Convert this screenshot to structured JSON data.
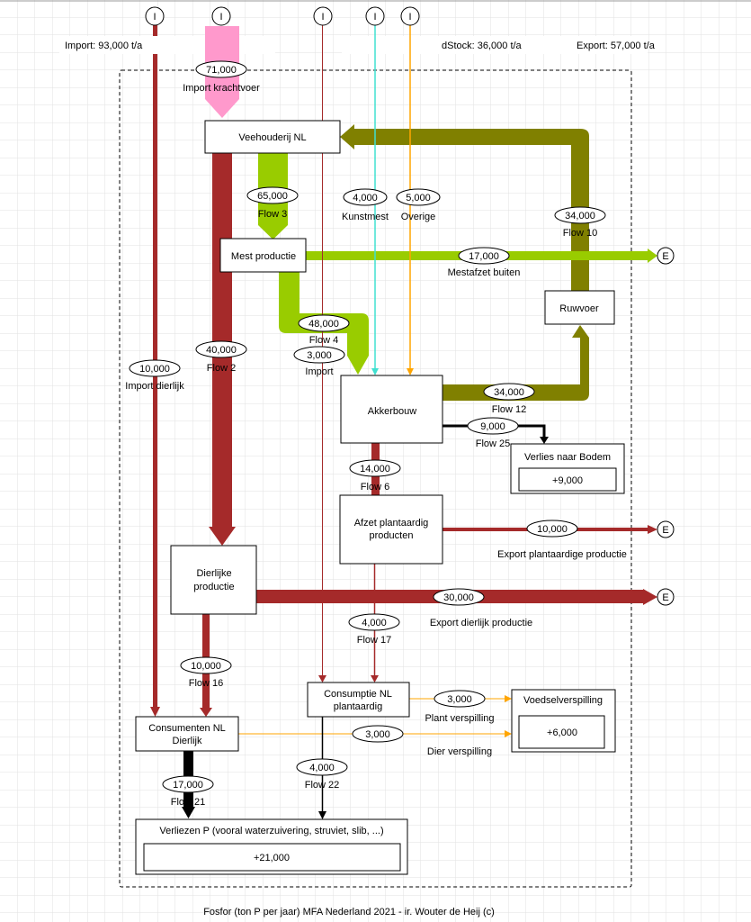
{
  "header": {
    "import_total": "Import: 93,000 t/a",
    "dstock_total": "dStock: 36,000 t/a",
    "export_total": "Export: 57,000 t/a"
  },
  "footer": "Fosfor (ton P per jaar) MFA Nederland 2021 - ir. Wouter de Heij (c)",
  "source_symbol": "I",
  "sink_symbol": "E",
  "colors": {
    "import_krachtvoer": "#ff99cc",
    "animal": "#a52a2a",
    "manure": "#99cc00",
    "fodder": "#808000",
    "kunstmest": "#40e0d0",
    "overige": "#ffa500",
    "waste": "#ffa500",
    "losses": "#000000"
  },
  "nodes": {
    "veehouderij": "Veehouderij NL",
    "mest_productie": "Mest productie",
    "ruwvoer": "Ruwvoer",
    "akkerbouw": "Akkerbouw",
    "verlies_bodem": {
      "title": "Verlies naar Bodem",
      "stock": "+9,000"
    },
    "afzet_plantaardig": [
      "Afzet plantaardig",
      "producten"
    ],
    "dierlijke_productie": [
      "Dierlijke",
      "productie"
    ],
    "consumptie_plantaardig": [
      "Consumptie NL",
      "plantaardig"
    ],
    "consumenten_dierlijk": [
      "Consumenten NL",
      "Dierlijk"
    ],
    "voedselverspilling": {
      "title": "Voedselverspilling",
      "stock": "+6,000"
    },
    "verliezen_p": {
      "title": "Verliezen P (vooral waterzuivering, struviet, slib, ...)",
      "stock": "+21,000"
    }
  },
  "flows": {
    "import_krachtvoer": {
      "value": "71,000",
      "label": "Import krachtvoer"
    },
    "flow2": {
      "value": "40,000",
      "label": "Flow 2"
    },
    "flow3": {
      "value": "65,000",
      "label": "Flow 3"
    },
    "kunstmest": {
      "value": "4,000",
      "label": "Kunstmest"
    },
    "overige": {
      "value": "5,000",
      "label": "Overige"
    },
    "flow10": {
      "value": "34,000",
      "label": "Flow 10"
    },
    "mestafzet": {
      "value": "17,000",
      "label": "Mestafzet buiten"
    },
    "flow4": {
      "value": "48,000",
      "label": "Flow 4"
    },
    "import_plant": {
      "value": "3,000",
      "label": "Import"
    },
    "import_dierlijk": {
      "value": "10,000",
      "label": "Import dierlijk"
    },
    "flow12": {
      "value": "34,000",
      "label": "Flow 12"
    },
    "flow25": {
      "value": "9,000",
      "label": "Flow 25"
    },
    "flow6": {
      "value": "14,000",
      "label": "Flow 6"
    },
    "export_plant": {
      "value": "10,000",
      "label": "Export plantaardige productie"
    },
    "export_dier": {
      "value": "30,000",
      "label": "Export dierlijk productie"
    },
    "flow17": {
      "value": "4,000",
      "label": "Flow 17"
    },
    "flow16": {
      "value": "10,000",
      "label": "Flow 16"
    },
    "plant_verspilling": {
      "value": "3,000",
      "label": "Plant verspilling"
    },
    "dier_verspilling": {
      "value": "3,000",
      "label": "Dier verspilling"
    },
    "flow21": {
      "value": "17,000",
      "label": "Flow 21"
    },
    "flow22": {
      "value": "4,000",
      "label": "Flow 22"
    }
  }
}
